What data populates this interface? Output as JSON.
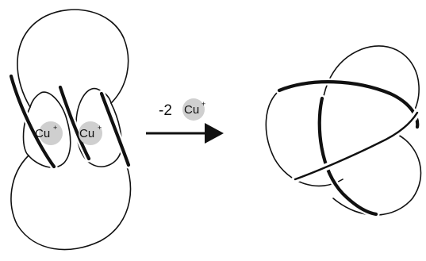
{
  "left_structure": {
    "ions": [
      {
        "symbol": "Cu",
        "charge": "+"
      },
      {
        "symbol": "Cu",
        "charge": "+"
      }
    ]
  },
  "reaction_arrow": {
    "amount": "-2",
    "ion_symbol": "Cu",
    "ion_charge": "+"
  }
}
